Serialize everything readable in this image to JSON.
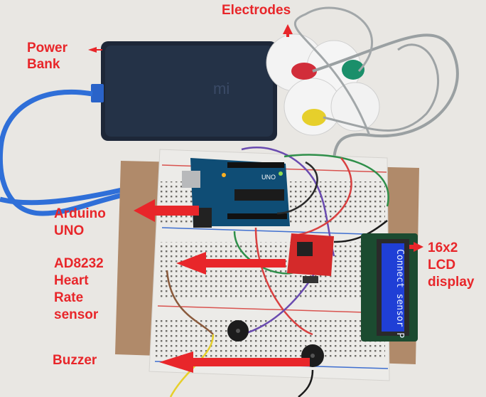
{
  "labels": {
    "electrodes": "Electrodes",
    "power_bank_line1": "Power",
    "power_bank_line2": "Bank",
    "arduino_line1": "Arduino",
    "arduino_line2": "UNO",
    "ad8232_line1": "AD8232",
    "ad8232_line2": "Heart",
    "ad8232_line3": "Rate",
    "ad8232_line4": "sensor",
    "lcd_line1": "16x2",
    "lcd_line2": "LCD",
    "lcd_line3": "display",
    "buzzer": "Buzzer"
  },
  "lcd": {
    "screen_text": "Connect sensor P"
  },
  "arduino_board": {
    "brand_text": "UNO"
  },
  "colors": {
    "label_red": "#e8262a",
    "background": "#e9e7e3",
    "power_bank": "#1f2a3a",
    "cardboard": "#b08a6a",
    "breadboard": "#eceae6",
    "arduino_pcb": "#0f4d75",
    "sensor_pcb": "#d42a2a",
    "lcd_screen": "#1f3fd6",
    "usb_cable": "#2f6fd8"
  }
}
